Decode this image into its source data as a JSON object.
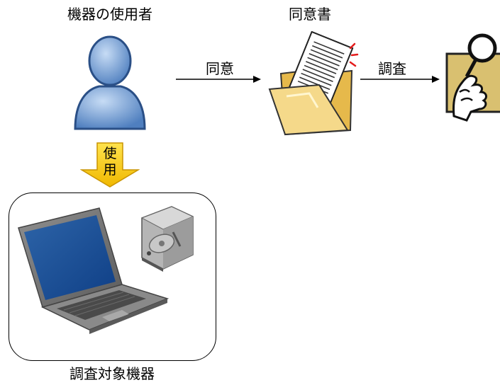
{
  "labels": {
    "device_user": "機器の使用者",
    "consent_form": "同意書",
    "target_devices": "調査対象機器"
  },
  "edges": {
    "consent": "同意",
    "investigation": "調査",
    "use_char1": "使",
    "use_char2": "用"
  },
  "icons": {
    "user": "person-icon",
    "document": "document-folder-icon",
    "investigator": "magnifier-hand-icon",
    "laptop": "laptop-icon",
    "hard_drive": "hard-drive-icon"
  },
  "colors": {
    "person_fill": "#7fa6d8",
    "folder_fill": "#f3d27a",
    "yellow_arrow": "#ffd400",
    "tan_panel": "#d9c070"
  }
}
